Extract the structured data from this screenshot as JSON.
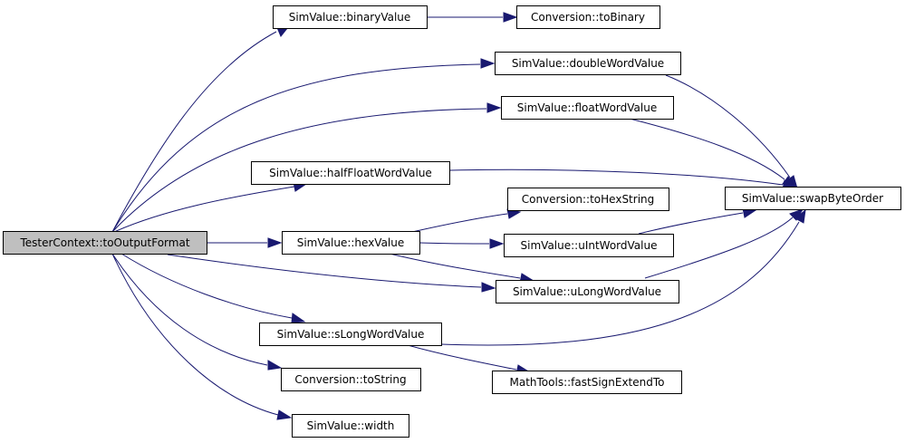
{
  "colors": {
    "edge": "#191970",
    "root_fill": "#bfbfbf",
    "node_fill": "#ffffff",
    "border": "#000000"
  },
  "nodes": {
    "root": "TesterContext::toOutputFormat",
    "binaryValue": "SimValue::binaryValue",
    "toBinary": "Conversion::toBinary",
    "doubleWordValue": "SimValue::doubleWordValue",
    "floatWordValue": "SimValue::floatWordValue",
    "halfFloatWordValue": "SimValue::halfFloatWordValue",
    "swapByteOrder": "SimValue::swapByteOrder",
    "toHexString": "Conversion::toHexString",
    "hexValue": "SimValue::hexValue",
    "uIntWordValue": "SimValue::uIntWordValue",
    "uLongWordValue": "SimValue::uLongWordValue",
    "sLongWordValue": "SimValue::sLongWordValue",
    "fastSignExtendTo": "MathTools::fastSignExtendTo",
    "toString": "Conversion::toString",
    "width": "SimValue::width"
  },
  "edges": [
    [
      "root",
      "binaryValue"
    ],
    [
      "root",
      "doubleWordValue"
    ],
    [
      "root",
      "floatWordValue"
    ],
    [
      "root",
      "halfFloatWordValue"
    ],
    [
      "root",
      "hexValue"
    ],
    [
      "root",
      "uLongWordValue"
    ],
    [
      "root",
      "sLongWordValue"
    ],
    [
      "root",
      "toString"
    ],
    [
      "root",
      "width"
    ],
    [
      "binaryValue",
      "toBinary"
    ],
    [
      "doubleWordValue",
      "swapByteOrder"
    ],
    [
      "floatWordValue",
      "swapByteOrder"
    ],
    [
      "halfFloatWordValue",
      "swapByteOrder"
    ],
    [
      "hexValue",
      "toHexString"
    ],
    [
      "hexValue",
      "uIntWordValue"
    ],
    [
      "hexValue",
      "uLongWordValue"
    ],
    [
      "uIntWordValue",
      "swapByteOrder"
    ],
    [
      "uLongWordValue",
      "swapByteOrder"
    ],
    [
      "sLongWordValue",
      "swapByteOrder"
    ],
    [
      "sLongWordValue",
      "fastSignExtendTo"
    ]
  ]
}
